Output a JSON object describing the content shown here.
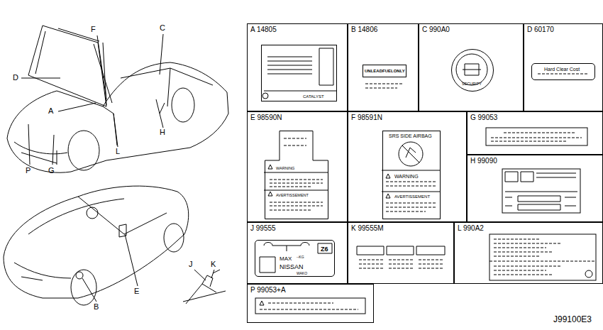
{
  "diagram": {
    "nodes": [
      {
        "text": [
          "A 14805"
        ]
      },
      {
        "text": [
          "CATALYST"
        ],
        "in": 0
      },
      {
        "text": [
          "B 14806"
        ]
      },
      {
        "text": [
          "UNLEADFUELONLY"
        ],
        "in": 2
      },
      {
        "text": [
          "C 990A0"
        ]
      },
      {
        "text": [
          "SECURITY"
        ],
        "in": 4
      },
      {
        "text": [
          "D 60170"
        ]
      },
      {
        "text": [
          "Hard Clear Cost"
        ],
        "in": 6
      },
      {
        "text": [
          "E 98590N"
        ]
      },
      {
        "text": [
          "WARNING",
          "AVERTISSEMENT"
        ],
        "in": 8
      },
      {
        "text": [
          "F 98591N"
        ]
      },
      {
        "text": [
          "SRS SIDE AIRBAG",
          "WARNING",
          "AVERTISSEMENT"
        ],
        "in": 10
      },
      {
        "text": [
          "G 99053"
        ]
      },
      {
        "text": [
          "H 99090"
        ]
      },
      {
        "text": [
          "J 99555"
        ]
      },
      {
        "text": [
          "Z6",
          "MAX",
          "--KG",
          "NISSAN",
          "WAKO"
        ],
        "in": 14
      },
      {
        "text": [
          "K 99555M"
        ]
      },
      {
        "text": [
          "L 990A2"
        ]
      },
      {
        "text": [
          "P 99053+A"
        ]
      }
    ],
    "labels": [
      "F",
      "C",
      "D",
      "A",
      "L",
      "H",
      "P",
      "G",
      "J",
      "K",
      "B",
      "E",
      "J99100E3"
    ]
  }
}
